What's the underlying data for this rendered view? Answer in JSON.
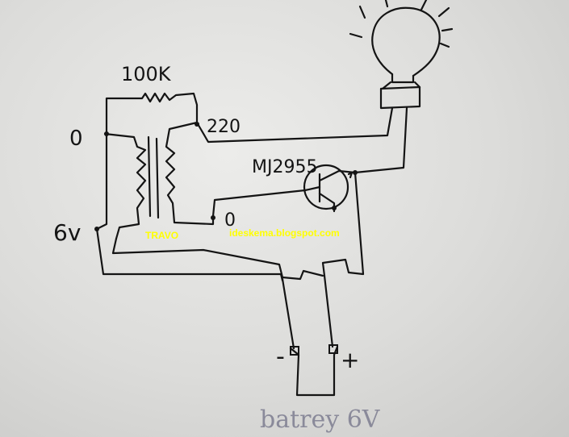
{
  "labels": {
    "resistor": "100K",
    "output_voltage": "220",
    "transistor": "MJ2955",
    "zero_top": "0",
    "zero_bottom": "0",
    "six_volt": "6v",
    "transformer": "TRAVO",
    "website": "ideskema.blogspot.com",
    "minus": "-",
    "plus": "+",
    "battery": "batrey 6V"
  },
  "colors": {
    "ink": "#141414",
    "overlay_text": "#ffff00",
    "paper": "#e4e4e2"
  }
}
